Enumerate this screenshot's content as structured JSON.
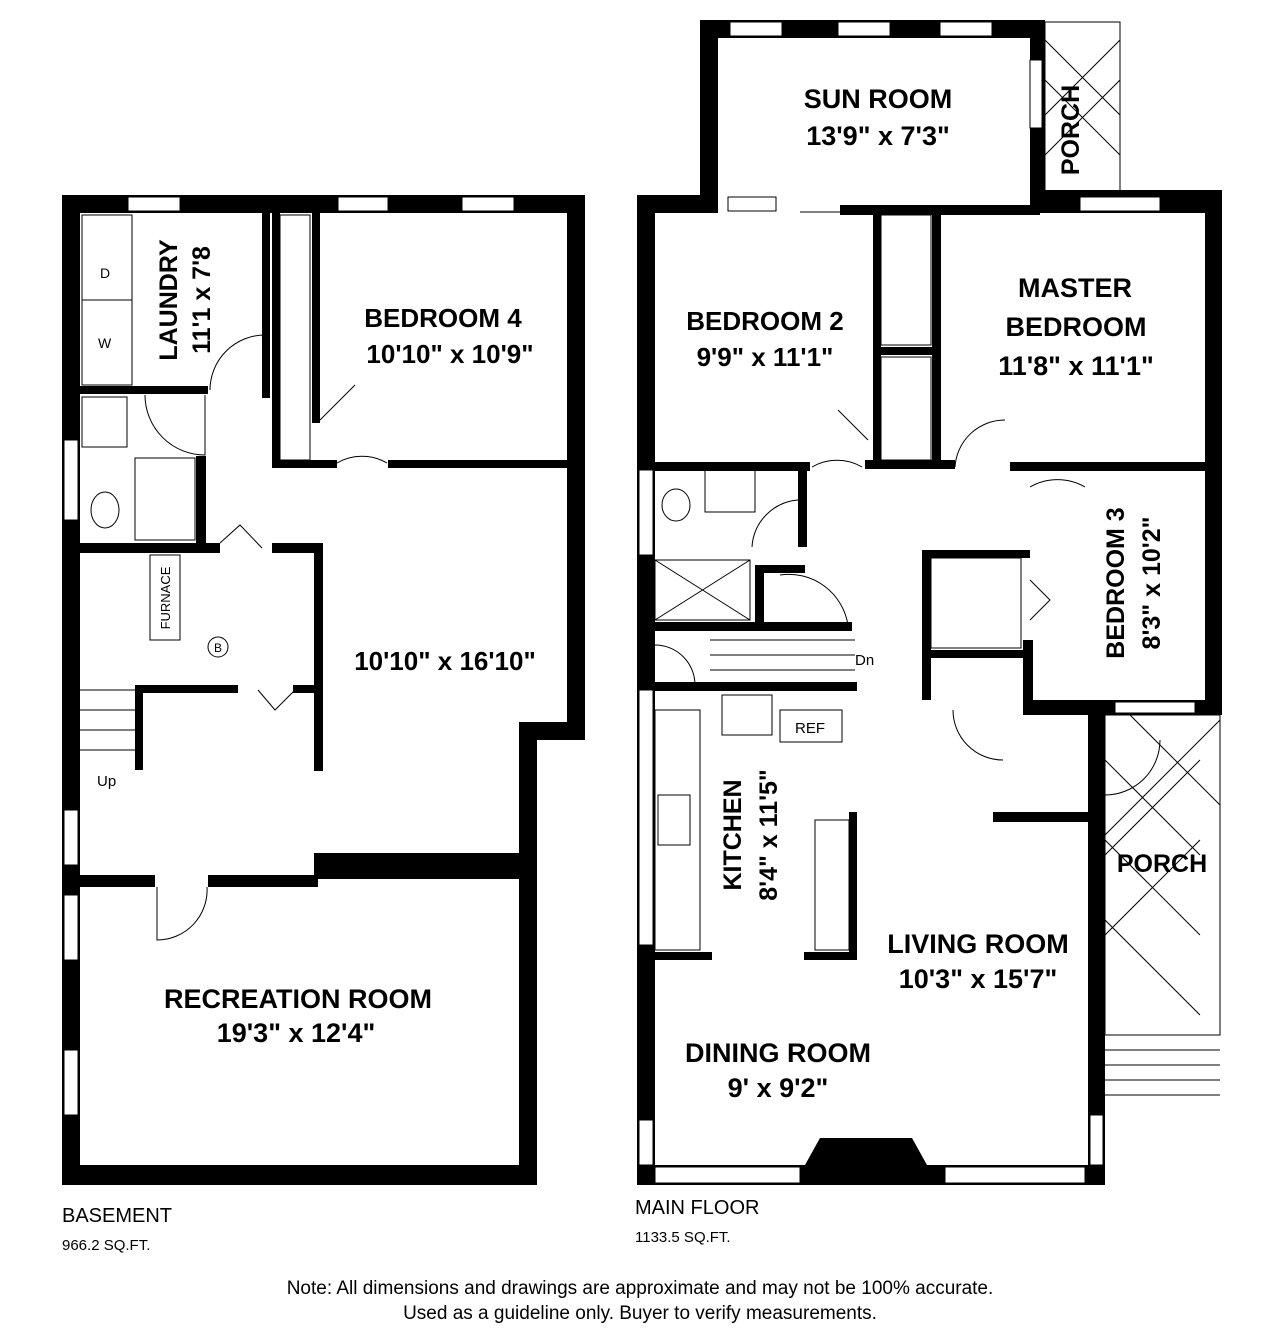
{
  "basement": {
    "title": "BASEMENT",
    "area": "966.2 SQ.FT.",
    "rooms": {
      "laundry": {
        "name": "LAUNDRY",
        "size": "11'1 x 7'8"
      },
      "bedroom4": {
        "name": "BEDROOM 4",
        "size": "10'10\" x 10'9\""
      },
      "open_area": {
        "size": "10'10\" x 16'10\""
      },
      "recreation": {
        "name": "RECREATION ROOM",
        "size": "19'3\" x 12'4\""
      }
    },
    "fixtures": {
      "dryer": "D",
      "washer": "W",
      "furnace": "FURNACE",
      "boiler": "B",
      "stairs": "Up"
    }
  },
  "main_floor": {
    "title": "MAIN FLOOR",
    "area": "1133.5 SQ.FT.",
    "rooms": {
      "sun_room": {
        "name": "SUN ROOM",
        "size": "13'9\" x 7'3\""
      },
      "porch_top": {
        "name": "PORCH"
      },
      "bedroom2": {
        "name": "BEDROOM 2",
        "size": "9'9\" x 11'1\""
      },
      "master": {
        "name1": "MASTER",
        "name2": "BEDROOM",
        "size": "11'8\" x 11'1\""
      },
      "bedroom3": {
        "name": "BEDROOM 3",
        "size": "8'3\" x 10'2\""
      },
      "kitchen": {
        "name": "KITCHEN",
        "size": "8'4\" x 11'5\""
      },
      "living": {
        "name": "LIVING ROOM",
        "size": "10'3\" x 15'7\""
      },
      "dining": {
        "name": "DINING ROOM",
        "size": "9' x 9'2\""
      },
      "porch_side": {
        "name": "PORCH"
      }
    },
    "fixtures": {
      "refrigerator": "REF",
      "stairs": "Dn"
    }
  },
  "note": {
    "line1": "Note: All dimensions and drawings are approximate and may not be 100% accurate.",
    "line2": "Used as a guideline only. Buyer to verify measurements."
  }
}
